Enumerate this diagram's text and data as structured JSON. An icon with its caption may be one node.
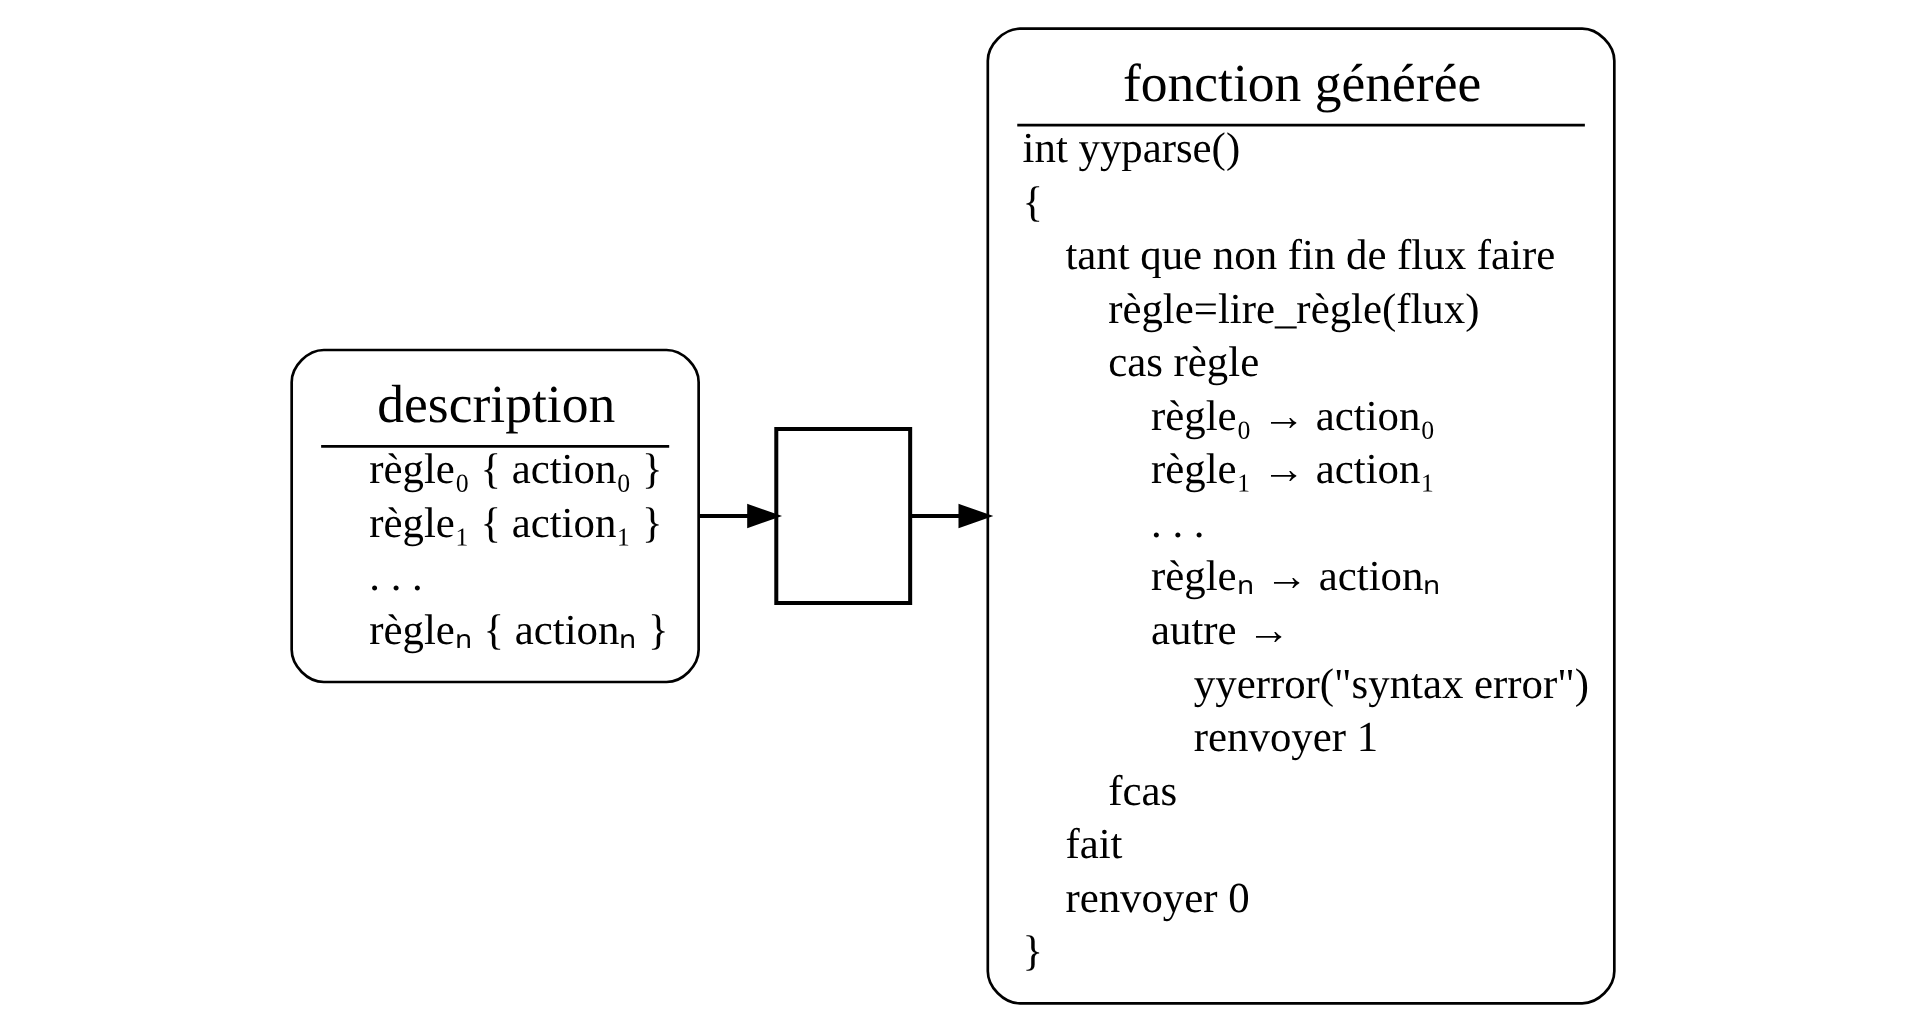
{
  "diagram": {
    "nodes": [
      {
        "text": [
          "description",
          "règle₀ { action₀ }",
          "règle₁ { action₁ }",
          ". . .",
          "règleₙ { actionₙ }"
        ]
      },
      {
        "text": [],
        "shape": "box"
      },
      {
        "text": [
          "fonction générée",
          "int yyparse()",
          "{",
          "tant que non fin de flux faire",
          "règle=lire_règle(flux)",
          "cas règle",
          "règle₀ → action₀",
          "règle₁ → action₁",
          ". . .",
          "règleₙ → actionₙ",
          "autre →",
          "yyerror(\"syntax error\")",
          "renvoyer 1",
          "fcas",
          "fait",
          "renvoyer 0",
          "}"
        ]
      }
    ],
    "edges": [
      {
        "from": 0,
        "to": 1,
        "arrow": "to"
      },
      {
        "from": 1,
        "to": 2,
        "arrow": "to"
      }
    ]
  }
}
